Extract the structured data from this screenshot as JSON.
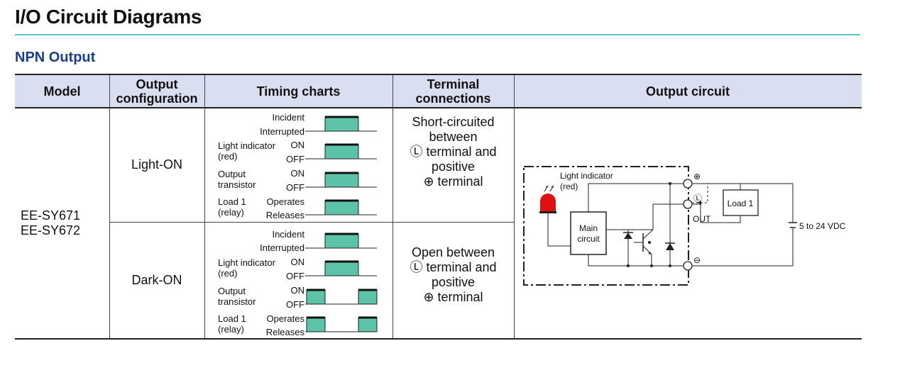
{
  "page_title": "I/O Circuit Diagrams",
  "section_title": "NPN Output",
  "table": {
    "headers": {
      "model": "Model",
      "output_config_1": "Output",
      "output_config_2": "configuration",
      "timing": "Timing charts",
      "terminal_1": "Terminal",
      "terminal_2": "connections",
      "circuit": "Output circuit"
    },
    "models": [
      "EE-SY671",
      "EE-SY672"
    ],
    "rows": [
      {
        "config": "Light-ON",
        "terminal_lines": [
          "Short-circuited",
          "between",
          "Ⓛ terminal and",
          "positive",
          "⊕ terminal"
        ],
        "timing": {
          "incident": "Incident",
          "interrupted": "Interrupted",
          "light_ind_1": "Light indicator",
          "light_ind_2": "(red)",
          "on": "ON",
          "off": "OFF",
          "out_tr_1": "Output",
          "out_tr_2": "transistor",
          "load_1": "Load 1",
          "load_2": "(relay)",
          "operates": "Operates",
          "releases": "Releases"
        }
      },
      {
        "config": "Dark-ON",
        "terminal_lines": [
          "Open between",
          "Ⓛ terminal and",
          "positive",
          "⊕ terminal"
        ],
        "timing": {
          "incident": "Incident",
          "interrupted": "Interrupted",
          "light_ind_1": "Light indicator",
          "light_ind_2": "(red)",
          "on": "ON",
          "off": "OFF",
          "out_tr_1": "Output",
          "out_tr_2": "transistor",
          "load_1": "Load 1",
          "load_2": "(relay)",
          "operates": "Operates",
          "releases": "Releases"
        }
      }
    ],
    "circuit": {
      "light_indicator_1": "Light indicator",
      "light_indicator_2": "(red)",
      "main_circuit_1": "Main",
      "main_circuit_2": "circuit",
      "load": "Load 1",
      "out": "OUT",
      "supply": "5 to 24 VDC",
      "plus_symbol": "⊕",
      "l_symbol": "Ⓛ",
      "minus_symbol": "⊖"
    }
  },
  "colors": {
    "header_bg": "#d9dff0",
    "pulse_fill": "#5cc3a8",
    "title_rule": "#5bc3d8",
    "section_title": "#1a3f8a",
    "indicator_red": "#e01010"
  }
}
